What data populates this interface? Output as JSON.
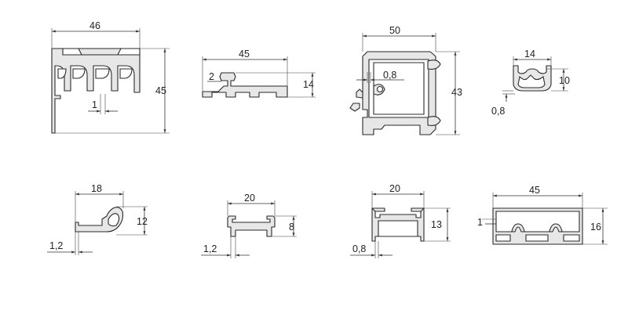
{
  "profiles": [
    {
      "id": "p1",
      "dims": {
        "width": "46",
        "height": "45",
        "wall": "1"
      }
    },
    {
      "id": "p2",
      "dims": {
        "width": "45",
        "height": "14",
        "wall": "2"
      }
    },
    {
      "id": "p3",
      "dims": {
        "width": "50",
        "height": "43",
        "wall": "0,8"
      }
    },
    {
      "id": "p4",
      "dims": {
        "width": "14",
        "height": "10",
        "wall": "0,8"
      }
    },
    {
      "id": "p5",
      "dims": {
        "width": "18",
        "height": "12",
        "wall": "1,2"
      }
    },
    {
      "id": "p6",
      "dims": {
        "width": "20",
        "height": "8",
        "wall": "1,2"
      }
    },
    {
      "id": "p7",
      "dims": {
        "width": "20",
        "height": "13",
        "wall": "0,8"
      }
    },
    {
      "id": "p8",
      "dims": {
        "width": "45",
        "height": "16",
        "wall": "1"
      }
    }
  ]
}
